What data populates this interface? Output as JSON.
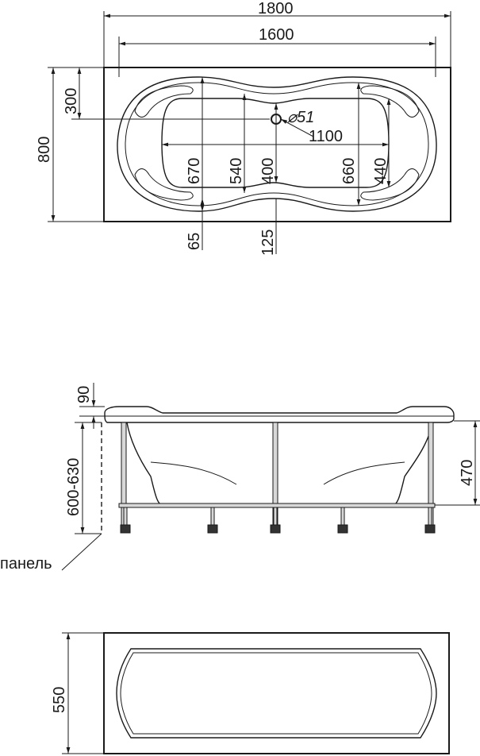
{
  "top_view": {
    "dim_total_length": "1800",
    "dim_inner_length": "1600",
    "dim_depth": "800",
    "dim_drain_offset": "300",
    "dim_drain_diameter": "⌀51",
    "dim_bottom_length": "1100",
    "dim_width_a": "670",
    "dim_width_b": "540",
    "dim_width_c": "400",
    "dim_width_d": "660",
    "dim_width_e": "440",
    "dim_offset_a": "65",
    "dim_offset_b": "125"
  },
  "side_view": {
    "dim_rim": "90",
    "dim_height_range": "600-630",
    "dim_inner_height": "470",
    "panel_label": "панель"
  },
  "end_view": {
    "dim_width": "550"
  }
}
